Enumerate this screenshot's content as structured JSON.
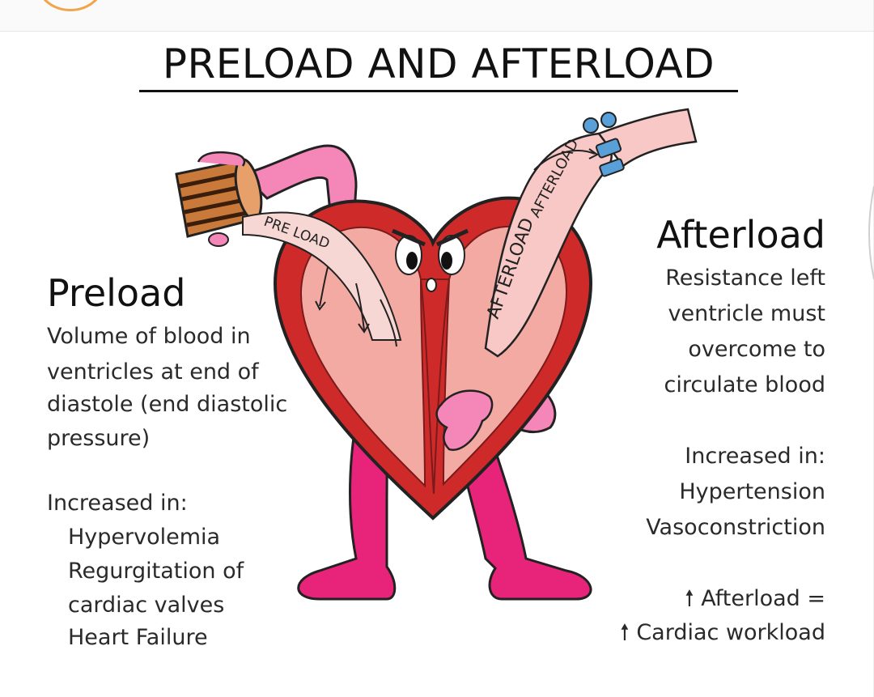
{
  "title": "PRELOAD AND AFTERLOAD",
  "preload": {
    "heading": "Preload",
    "desc": [
      "Volume of blood in",
      "ventricles at end of",
      "diastole (end diastolic",
      "pressure)"
    ],
    "increased_label": "Increased in:",
    "increased_items": [
      "Hypervolemia",
      "Regurgitation of",
      "cardiac valves",
      "Heart Failure"
    ]
  },
  "afterload": {
    "heading": "Afterload",
    "desc": [
      "Resistance left",
      "ventricle must",
      "overcome to",
      "circulate blood"
    ],
    "increased_label": "Increased in:",
    "increased_items": [
      "Hypertension",
      "Vasoconstriction"
    ],
    "effect": [
      "Afterload =",
      "Cardiac workload"
    ]
  },
  "illustration": {
    "preload_label": "PRE LOAD",
    "afterload_label": "AFTERLOAD",
    "afterload_tube_label": "AFTERLOAD"
  },
  "colors": {
    "heart_red": "#cf2a2a",
    "heart_inner": "#f3aaa3",
    "pink_limb": "#f486b8",
    "magenta_leg": "#e8237a",
    "tube": "#f7c8c5"
  }
}
